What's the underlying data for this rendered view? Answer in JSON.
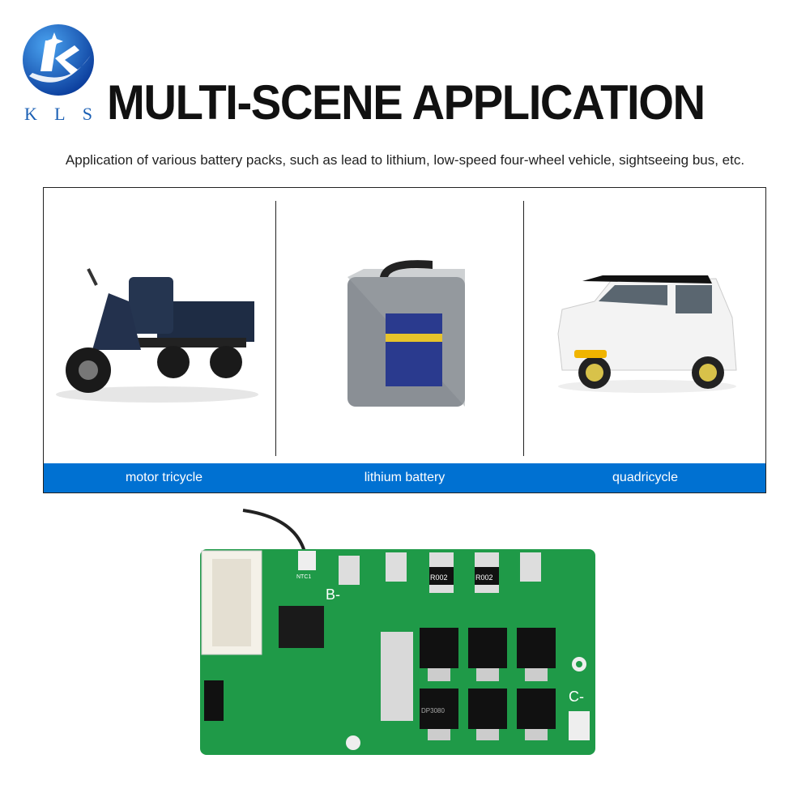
{
  "brand": {
    "logo_text": [
      "K",
      "L",
      "S"
    ]
  },
  "header": {
    "title": "MULTI-SCENE APPLICATION",
    "subtitle": "Application of various battery packs, such as lead to lithium, low-speed four-wheel vehicle, sightseeing bus, etc."
  },
  "applications": [
    {
      "label": "motor tricycle"
    },
    {
      "label": "lithium battery"
    },
    {
      "label": "quadricycle"
    }
  ],
  "pcb_labels": {
    "b_minus": "B-",
    "c_minus": "C-",
    "resistor": "R002",
    "ntc": "NTC1",
    "mosfet": "DP3080"
  },
  "colors": {
    "accent": "#0071d2",
    "pcb": "#1f9a48"
  }
}
